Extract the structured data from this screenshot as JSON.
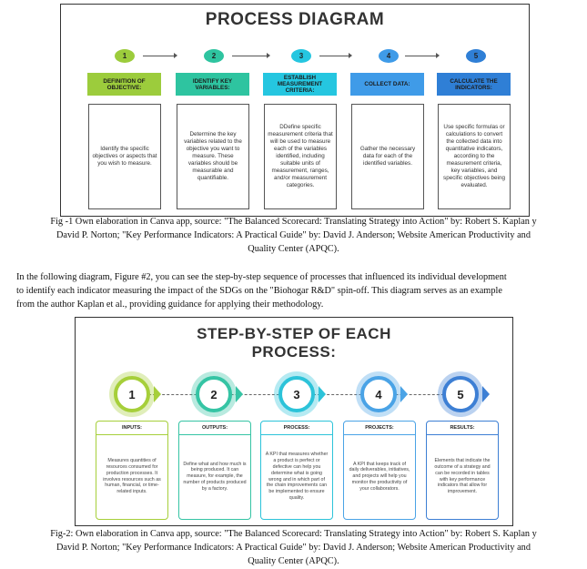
{
  "figure1": {
    "title": "PROCESS DIAGRAM",
    "steps": [
      {
        "num": "1",
        "header": "DEFINITION OF OBJECTIVE:",
        "body": "Identify the specific objectives or aspects that you wish to measure.",
        "color": "#9ccc3c"
      },
      {
        "num": "2",
        "header": "IDENTIFY KEY VARIABLES:",
        "body": "Determine the key variables related to the objective you want to measure. These variables should be measurable and quantifiable.",
        "color": "#2ec4a0"
      },
      {
        "num": "3",
        "header": "ESTABLISH MEASUREMENT CRITERIA:",
        "body": "DDefine specific measurement criteria that will be used to measure each of the variables identified, including suitable units of measurement, ranges, and/or measurement categories.",
        "color": "#25c6e0"
      },
      {
        "num": "4",
        "header": "COLLECT DATA:",
        "body": "Gather the necessary data for each of the identified variables.",
        "color": "#3f9be8"
      },
      {
        "num": "5",
        "header": "CALCULATE THE INDICATORS:",
        "body": "Use specific formulas or calculations to convert the collected data into quantitative indicators, according to the measurement criteria, key variables, and specific objectives being evaluated.",
        "color": "#2f7fd6"
      }
    ]
  },
  "caption1": {
    "line1": "Fig -1 Own elaboration in Canva app, source: \"The Balanced Scorecard: Translating Strategy into Action\" by: Robert S. Kaplan y",
    "line2": "David P. Norton; \"Key Performance Indicators: A Practical Guide\" by: David J. Anderson; Website American Productivity and",
    "line3": "Quality Center (APQC)."
  },
  "paragraph": {
    "line1": "In the following diagram, Figure #2, you can see the step-by-step sequence of processes that influenced its individual development",
    "line2": "to identify each indicator measuring the impact of the SDGs on the \"Biohogar R&D\" spin-off. This diagram serves as an example",
    "line3": "from the author Kaplan et al., providing guidance for applying their methodology."
  },
  "figure2": {
    "title_line1": "STEP-BY-STEP OF EACH",
    "title_line2": "PROCESS:",
    "steps": [
      {
        "num": "1",
        "header": "INPUTS:",
        "body": "Measures quantities of resources consumed for production processes. It involves resources such as human, financial, or time-related inputs.",
        "color": "#a6cf3a"
      },
      {
        "num": "2",
        "header": "OUTPUTS:",
        "body": "Define what and how much is being produced. It can measure, for example, the number of products produced by a factory.",
        "color": "#35c4a4"
      },
      {
        "num": "3",
        "header": "PROCESS:",
        "body": "A KPI that measures whether a product is perfect or defective can help you determine what is going wrong and in which part of the chain improvements can be implemented to ensure quality.",
        "color": "#2cc3d9"
      },
      {
        "num": "4",
        "header": "PROJECTS:",
        "body": "A KPI that keeps track of daily deliverables, initiatives, and projects will help you monitor the productivity of your collaborators.",
        "color": "#4aa3e6"
      },
      {
        "num": "5",
        "header": "RESULTS:",
        "body": "Elements that indicate the outcome of a strategy and can be recorded in tables with key performance indicators that allow for improvement.",
        "color": "#3d7fd4"
      }
    ]
  },
  "caption2": {
    "line1": "Fig-2: Own elaboration in Canva app, source: \"The Balanced Scorecard: Translating Strategy into Action\" by: Robert S. Kaplan y",
    "line2": "David P. Norton; \"Key Performance Indicators: A Practical Guide\" by: David J. Anderson; Website American Productivity and",
    "line3": "Quality Center (APQC)."
  }
}
